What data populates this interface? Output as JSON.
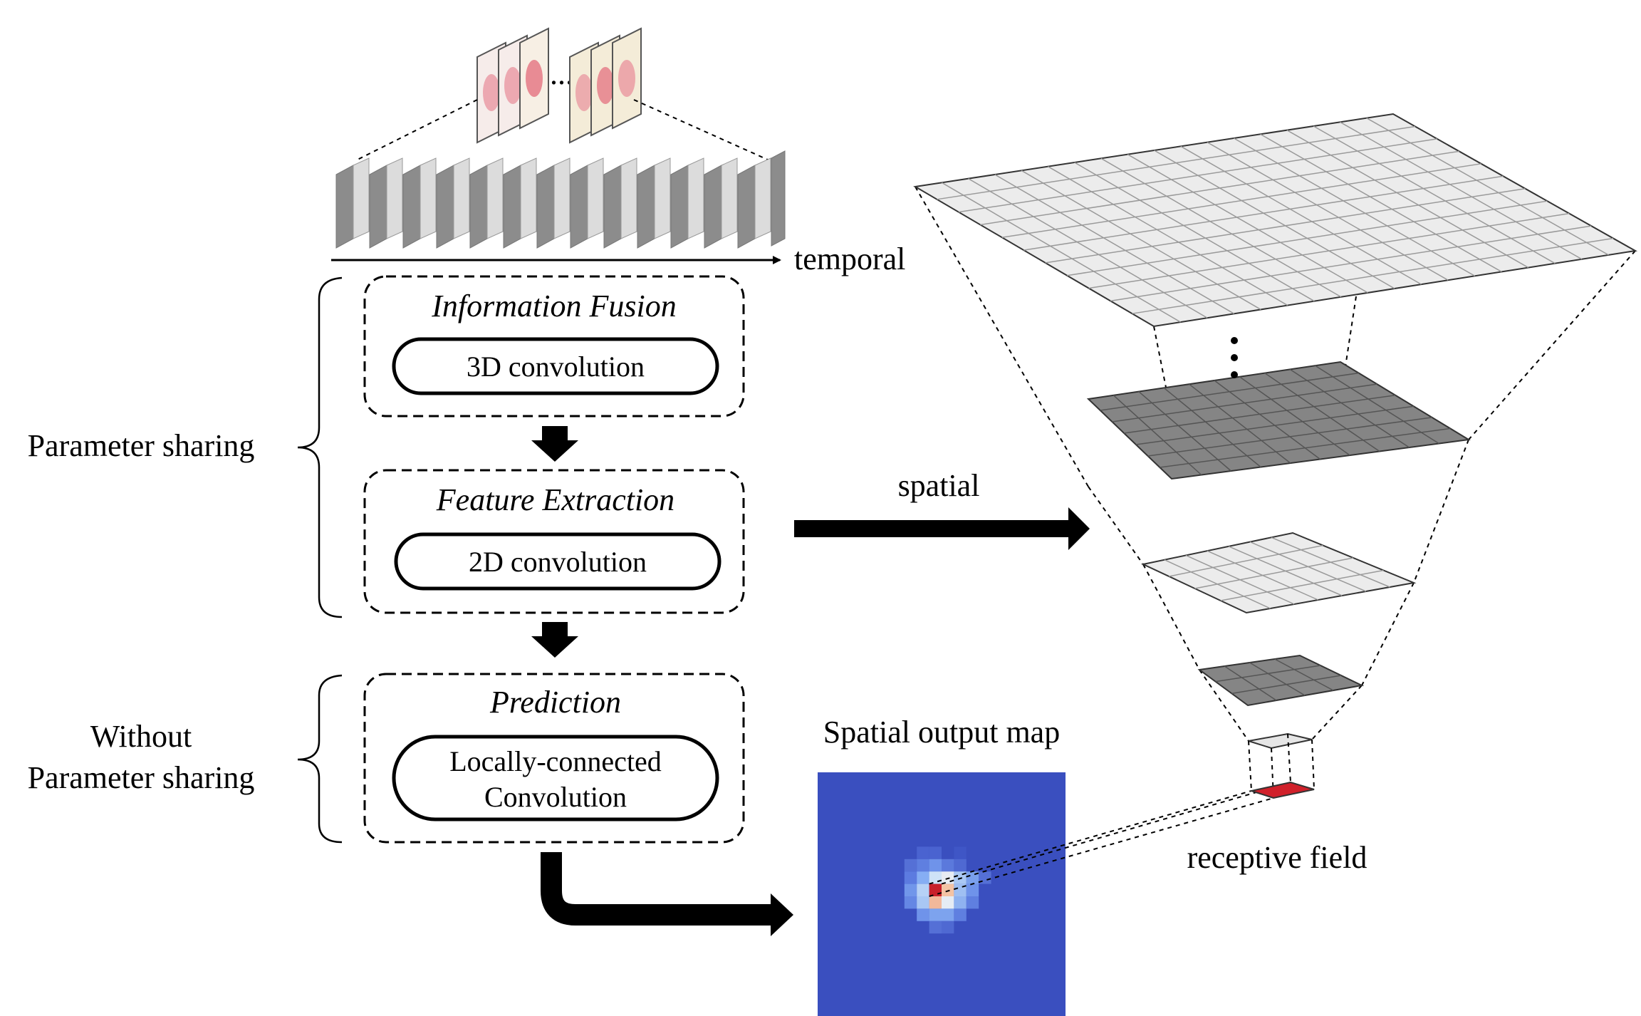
{
  "labels": {
    "temporal": "temporal",
    "spatial": "spatial",
    "spatial_output_map": "Spatial output map",
    "receptive_field": "receptive field",
    "ellipsis": "..."
  },
  "brackets": {
    "parameter_sharing": "Parameter sharing",
    "without_line1": "Without",
    "without_line2": "Parameter sharing"
  },
  "stages": {
    "fusion": {
      "title": "Information Fusion",
      "op": "3D convolution"
    },
    "extraction": {
      "title": "Feature Extraction",
      "op": "2D convolution"
    },
    "prediction": {
      "title": "Prediction",
      "op_line1": "Locally-connected",
      "op_line2": "Convolution"
    }
  },
  "colors": {
    "frame_dark": "#8c8c8c",
    "frame_light": "#dcdcdc",
    "plane_light": "#ececec",
    "plane_dark": "#858585",
    "heatmap_bg": "#3a4fbf",
    "receptive": "#d0202a"
  }
}
